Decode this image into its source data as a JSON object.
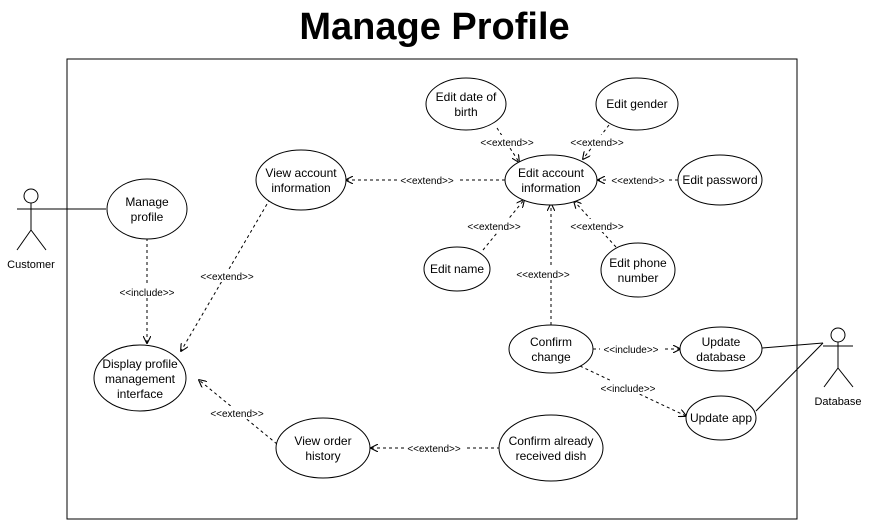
{
  "title": "Manage Profile",
  "actors": {
    "customer": "Customer",
    "database": "Database"
  },
  "use_cases": {
    "manage_profile": [
      "Manage",
      "profile"
    ],
    "display_profile": [
      "Display profile",
      "management",
      "interface"
    ],
    "view_account": [
      "View account",
      "information"
    ],
    "edit_account": [
      "Edit account",
      "information"
    ],
    "edit_dob": [
      "Edit date of",
      "birth"
    ],
    "edit_gender": [
      "Edit gender"
    ],
    "edit_password": [
      "Edit password"
    ],
    "edit_name": [
      "Edit name"
    ],
    "edit_phone": [
      "Edit phone",
      "number"
    ],
    "confirm_change": [
      "Confirm",
      "change"
    ],
    "update_database": [
      "Update",
      "database"
    ],
    "update_app": [
      "Update app"
    ],
    "view_order": [
      "View order",
      "history"
    ],
    "confirm_received": [
      "Confirm already",
      "received dish"
    ]
  },
  "relations": {
    "include": "<<include>>",
    "extend": "<<extend>>"
  },
  "colors": {
    "stroke": "#000000",
    "background": "#ffffff"
  }
}
